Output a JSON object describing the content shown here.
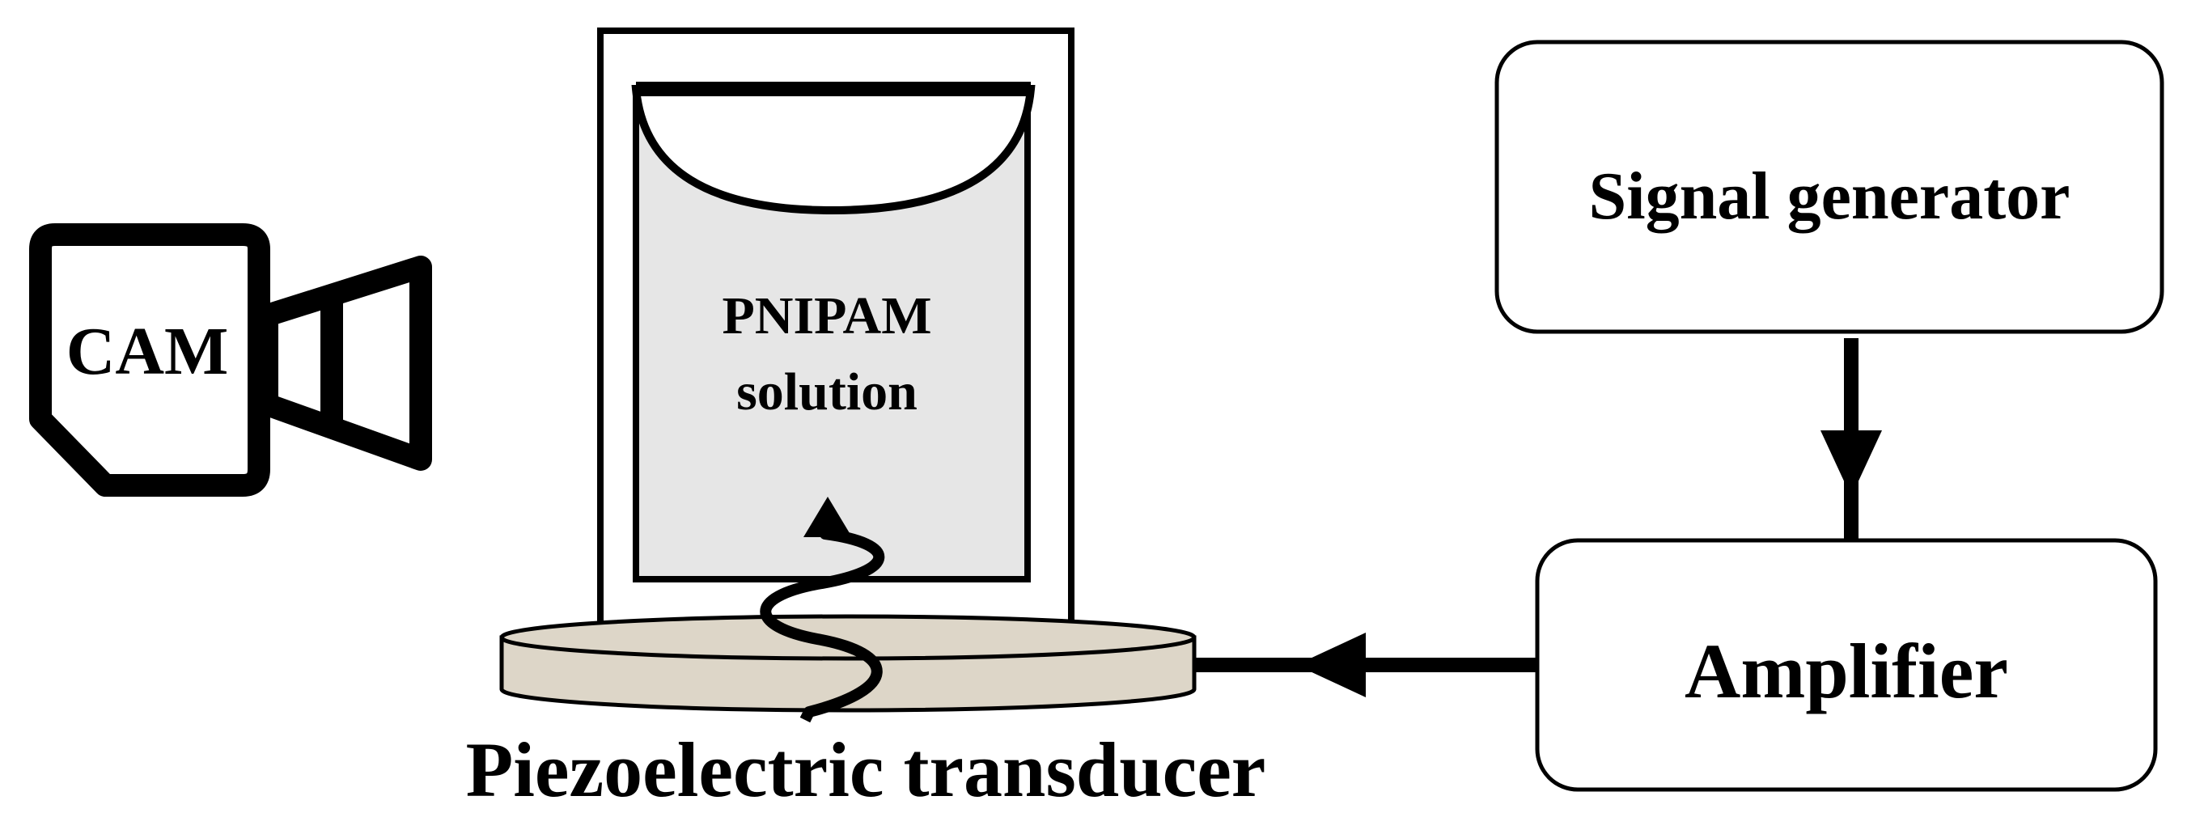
{
  "camera": {
    "label": "CAM"
  },
  "container": {
    "label_line1": "PNIPAM",
    "label_line2": "solution"
  },
  "signal_generator": {
    "label": "Signal generator"
  },
  "amplifier": {
    "label": "Amplifier"
  },
  "transducer": {
    "label": "Piezoelectric transducer"
  },
  "colors": {
    "stroke": "#000000",
    "solution_fill": "#e6e6e6",
    "transducer_fill": "#ddd6c8",
    "background": "#ffffff"
  },
  "icons": [
    "camera-icon",
    "wave-arrow-icon",
    "arrow-down-icon",
    "arrow-left-icon"
  ]
}
